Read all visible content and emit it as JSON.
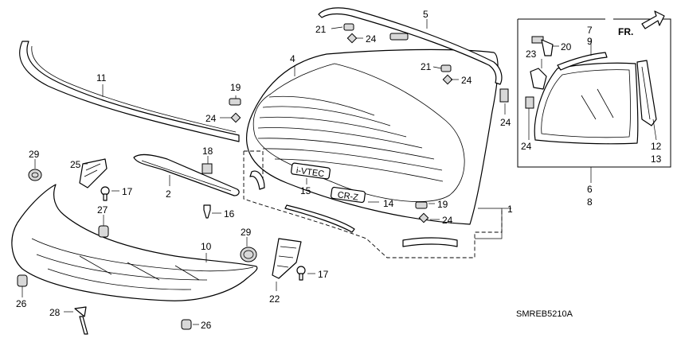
{
  "diagram_code": "SMREB5210A",
  "direction_label": "FR.",
  "emblems": {
    "vtec": "i-VTEC",
    "model": "CR-Z"
  },
  "callouts": {
    "1": "1",
    "2": "2",
    "4": "4",
    "5": "5",
    "6": "6",
    "7": "7",
    "8": "8",
    "9": "9",
    "10": "10",
    "11": "11",
    "12": "12",
    "13": "13",
    "14": "14",
    "15": "15",
    "16": "16",
    "17a": "17",
    "17b": "17",
    "18": "18",
    "19a": "19",
    "19b": "19",
    "20": "20",
    "21a": "21",
    "21b": "21",
    "22": "22",
    "23": "23",
    "24a": "24",
    "24b": "24",
    "24c": "24",
    "24d": "24",
    "24e": "24",
    "24f": "24",
    "25": "25",
    "26a": "26",
    "26b": "26",
    "27": "27",
    "28": "28",
    "29a": "29",
    "29b": "29"
  },
  "colors": {
    "line": "#000000",
    "background": "#ffffff",
    "shade": "#d8d8d8"
  }
}
